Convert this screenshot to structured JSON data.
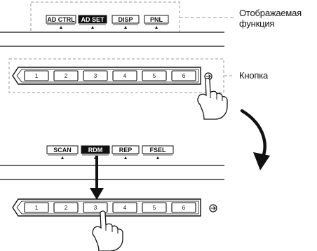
{
  "top_panel": {
    "functions": [
      {
        "label": "AD CTRL",
        "highlighted": false
      },
      {
        "label": "AD SET",
        "highlighted": true
      },
      {
        "label": "DISP",
        "highlighted": false
      },
      {
        "label": "PNL",
        "highlighted": false
      }
    ],
    "buttons": [
      "1",
      "2",
      "3",
      "4",
      "5",
      "6"
    ]
  },
  "bottom_panel": {
    "functions": [
      {
        "label": "SCAN",
        "highlighted": false
      },
      {
        "label": "RDM",
        "highlighted": true
      },
      {
        "label": "REP",
        "highlighted": false
      },
      {
        "label": "FSEL",
        "highlighted": false
      }
    ],
    "buttons": [
      "1",
      "2",
      "3",
      "4",
      "5",
      "6"
    ],
    "pressed_button": "3"
  },
  "callouts": {
    "display_function_line1": "Отображаемая",
    "display_function_line2": "функция",
    "button": "Кнопка"
  },
  "icons": {
    "arrow_button": "right-arrow-circle-icon",
    "hand": "pointing-hand-icon",
    "flow_arrow": "curved-arrow-down-icon",
    "press_arrow": "down-arrow-icon"
  },
  "colors": {
    "ink": "#111111",
    "highlight_bg": "#111111",
    "highlight_fg": "#ffffff",
    "dashed": "#9a9a9a"
  }
}
